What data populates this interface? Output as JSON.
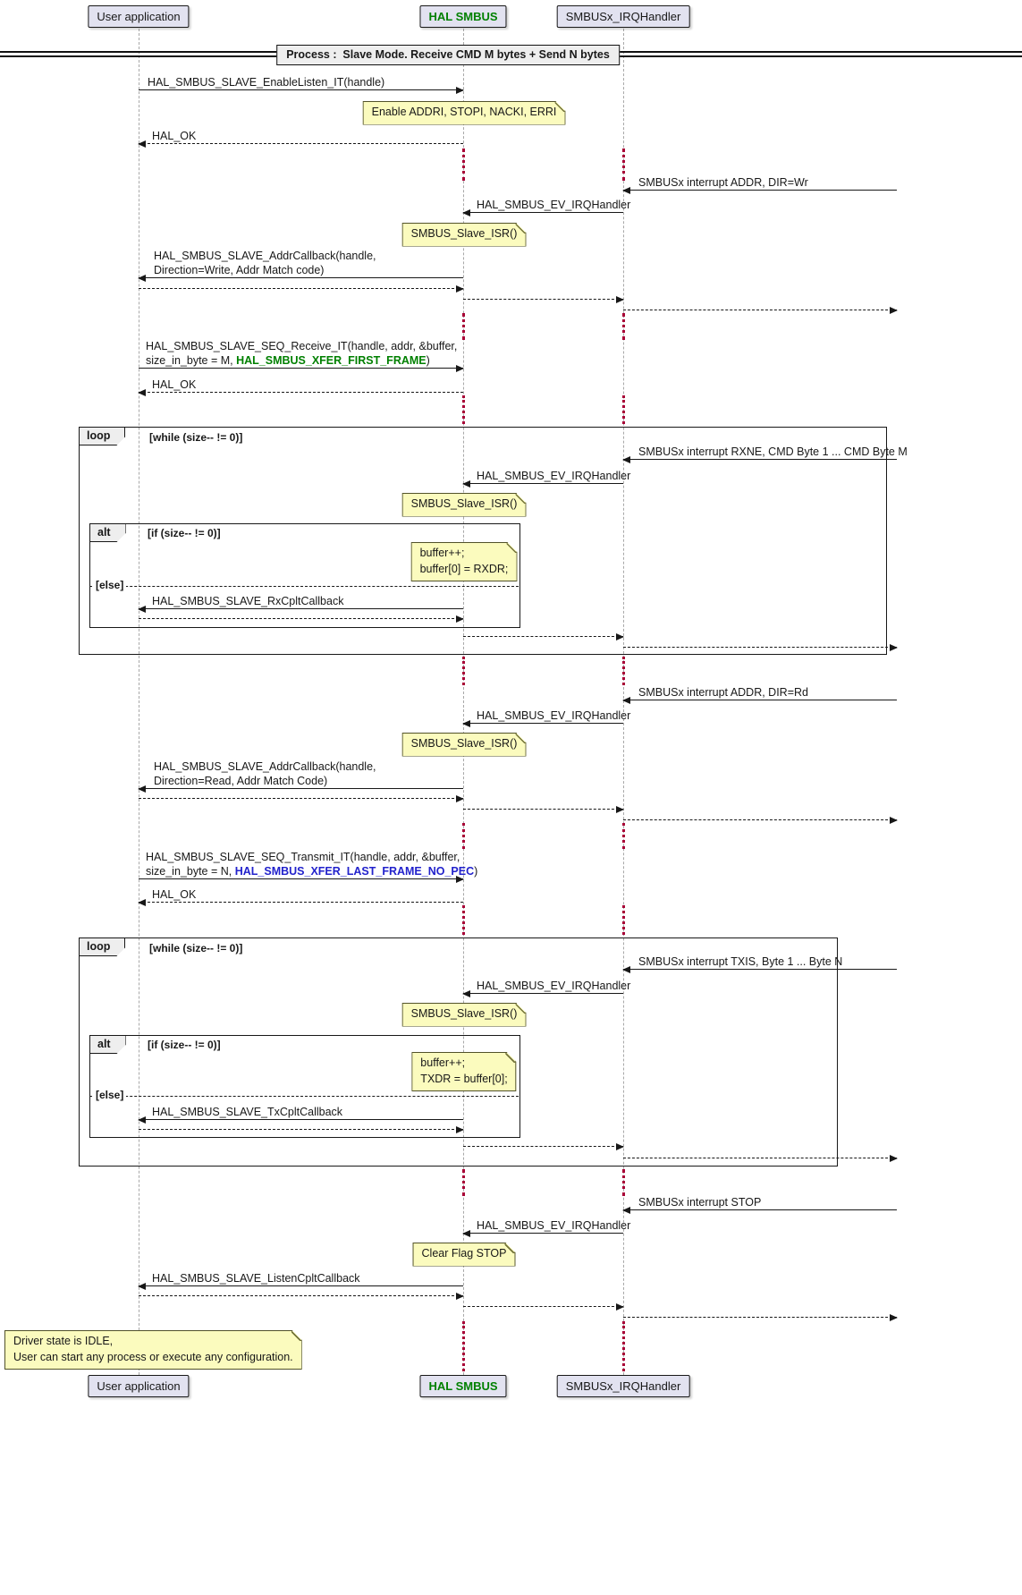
{
  "diagram_type": "uml-sequence-diagram",
  "title": "Process :  Slave Mode. Receive CMD M bytes + Send N bytes",
  "participants": {
    "user": "User application",
    "hal": "HAL SMBUS",
    "irq": "SMBUSx_IRQHandler"
  },
  "messages": {
    "enable_listen": "HAL_SMBUS_SLAVE_EnableListen_IT(handle)",
    "hal_ok": "HAL_OK",
    "irq_addr_wr": "SMBUSx interrupt ADDR, DIR=Wr",
    "ev_irqhandler": "HAL_SMBUS_EV_IRQHandler",
    "addr_cb_write_1": "HAL_SMBUS_SLAVE_AddrCallback(handle,",
    "addr_cb_write_2": "Direction=Write, Addr Match code)",
    "seq_receive_1": "HAL_SMBUS_SLAVE_SEQ_Receive_IT(handle, addr, &buffer,",
    "seq_receive_2a": "size_in_byte = M, ",
    "seq_receive_2b": "HAL_SMBUS_XFER_FIRST_FRAME",
    "seq_receive_2c": ")",
    "irq_rxne": "SMBUSx interrupt RXNE, CMD Byte 1 ... CMD Byte M",
    "rx_cplt": "HAL_SMBUS_SLAVE_RxCpltCallback",
    "irq_addr_rd": "SMBUSx interrupt ADDR, DIR=Rd",
    "addr_cb_read_1": "HAL_SMBUS_SLAVE_AddrCallback(handle,",
    "addr_cb_read_2": "Direction=Read, Addr Match Code)",
    "seq_transmit_1": "HAL_SMBUS_SLAVE_SEQ_Transmit_IT(handle, addr, &buffer,",
    "seq_transmit_2a": "size_in_byte = N, ",
    "seq_transmit_2b": "HAL_SMBUS_XFER_LAST_FRAME_NO_PEC",
    "seq_transmit_2c": ")",
    "irq_txis": "SMBUSx interrupt TXIS, Byte 1 ... Byte N",
    "tx_cplt": "HAL_SMBUS_SLAVE_TxCpltCallback",
    "irq_stop": "SMBUSx interrupt STOP",
    "listen_cplt": "HAL_SMBUS_SLAVE_ListenCpltCallback"
  },
  "notes": {
    "enable_bits": "Enable ADDRI, STOPI, NACKI, ERRI",
    "slave_isr": "SMBUS_Slave_ISR()",
    "rx_code_1": "buffer++;",
    "rx_code_2": "buffer[0] = RXDR;",
    "tx_code_1": "buffer++;",
    "tx_code_2": "TXDR = buffer[0];",
    "clear_stop": "Clear Flag STOP",
    "idle_1": "Driver state is IDLE,",
    "idle_2": "User can start any process or execute any configuration."
  },
  "frames": {
    "loop": "loop",
    "loop_cond": "[while (size-- != 0)]",
    "alt": "alt",
    "alt_cond": "[if (size-- != 0)]",
    "else": "[else]"
  },
  "colors": {
    "participant_bg": "#E2E2F0",
    "note_bg": "#FBFBBE",
    "frame_tab_bg": "#EEEEEE",
    "hal_text_green": "#008000",
    "xfer_first_frame_green": "#008000",
    "xfer_last_frame_blue": "#2222CC",
    "lifeline_gray": "#A8A8A8",
    "delay_dot_red": "#A80036",
    "arrow_black": "#181818"
  }
}
